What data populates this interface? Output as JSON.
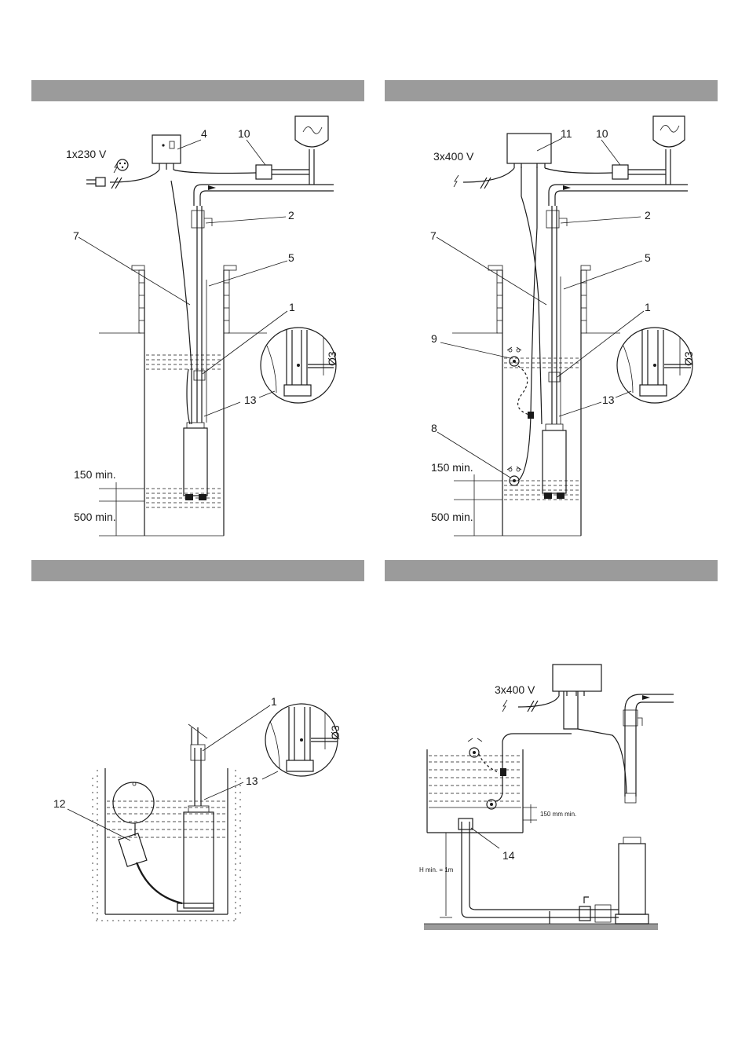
{
  "panels": [
    {
      "id": "tl",
      "voltage": "1x230 V",
      "callouts": [
        "4",
        "10",
        "2",
        "7",
        "5",
        "1",
        "13"
      ],
      "dim_labels": [
        "150 min.",
        "500 min."
      ],
      "detail_label": "Ø3"
    },
    {
      "id": "tr",
      "voltage": "3x400 V",
      "callouts": [
        "11",
        "10",
        "2",
        "7",
        "5",
        "1",
        "9",
        "13",
        "8"
      ],
      "dim_labels": [
        "150 min.",
        "500 min."
      ],
      "detail_label": "Ø3"
    },
    {
      "id": "bl",
      "callouts": [
        "1",
        "12",
        "13"
      ],
      "detail_label": "Ø3"
    },
    {
      "id": "br",
      "voltage": "3x400 V",
      "callouts": [
        "14"
      ],
      "dim_labels": [
        "150 mm min.",
        "H min. = 1m"
      ]
    }
  ],
  "icons": [
    "lightning-icon",
    "plug-icon",
    "socket-icon",
    "tap-icon",
    "float-switch-icon",
    "control-box-icon",
    "pump-icon"
  ]
}
